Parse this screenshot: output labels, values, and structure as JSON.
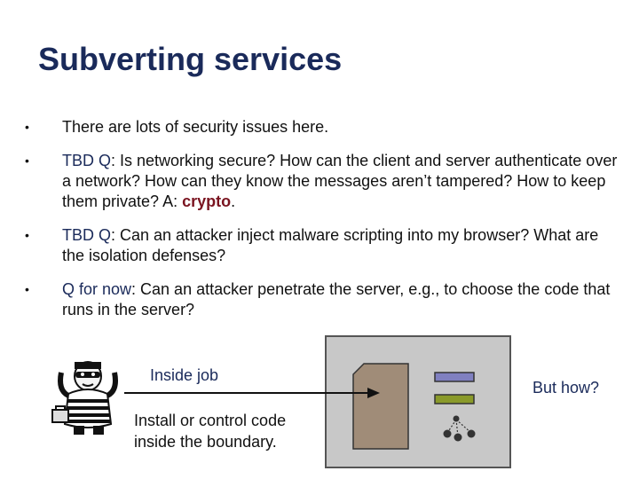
{
  "slide": {
    "title": "Subverting services",
    "bullets": [
      {
        "parts": [
          "There are lots of security issues here."
        ]
      },
      {
        "label": "TBD Q",
        "text": ": Is networking secure?  How can the client and server authenticate over a network?  How can they know the messages aren’t tampered?  How to keep them private?  A: ",
        "highlight": "crypto",
        "after": "."
      },
      {
        "label": "TBD Q",
        "text": ": Can an attacker inject malware scripting into my browser?  What are the isolation defenses?"
      },
      {
        "label": "Q for now",
        "text": ": Can an attacker penetrate the server, e.g., to choose the code that runs in the server?"
      }
    ]
  },
  "diagram": {
    "inside_job_label": "Inside job",
    "install_line1": "Install or control code",
    "install_line2": "inside the boundary.",
    "but_how_label": "But how?"
  },
  "colors": {
    "title": "#1a2a5a",
    "accent": "#7a1420",
    "boundary_fill": "#c8c8c8",
    "document_fill": "#a08c78",
    "bar_purple": "#8080c0",
    "bar_olive": "#8a9a2a"
  }
}
